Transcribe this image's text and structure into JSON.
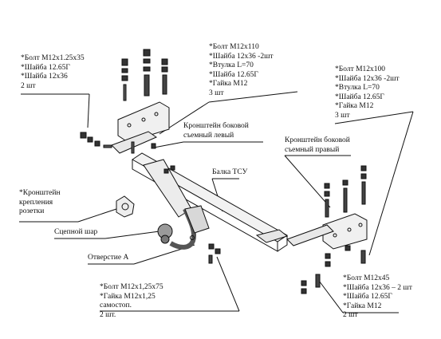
{
  "callouts": {
    "left_bolt": {
      "lines": [
        "*Болт М12х1.25х35",
        "*Шайба 12.65Г",
        "*Шайба 12х36",
        "2 шт"
      ]
    },
    "center_bolt": {
      "lines": [
        "*Болт М12х110",
        "*Шайба 12х36 -2шт",
        "*Втулка  L=70",
        "*Шайба 12.65Г",
        "*Гайка М12",
        "3 шт"
      ]
    },
    "right_bolt": {
      "lines": [
        "*Болт М12х100",
        "*Шайба 12х36 -2шт",
        "*Втулка  L=70",
        "*Шайба 12.65Г",
        "*Гайка М12",
        "3 шт"
      ]
    },
    "bracket_left": {
      "lines": [
        "Кронштейн боковой",
        "съемный левый"
      ]
    },
    "bracket_right": {
      "lines": [
        "Кронштейн боковой",
        "съемный правый"
      ]
    },
    "beam": {
      "lines": [
        "Балка ТСУ"
      ]
    },
    "socket_bracket": {
      "lines": [
        "*Кронштейн",
        "крепления",
        "розетки"
      ]
    },
    "tow_ball": {
      "lines": [
        "Сцепной шар"
      ]
    },
    "hole_a": {
      "lines": [
        "Отверстие А"
      ]
    },
    "bottom_bolt": {
      "lines": [
        "*Болт М12х1,25х75",
        "*Гайка М12х1,25",
        "самостоп.",
        "2 шт."
      ]
    },
    "bottom_right_bolt": {
      "lines": [
        "*Болт М12х45",
        "*Шайба 12х36 – 2 шт",
        "*Шайба 12.65Г",
        "*Гайка М12",
        "2 шт"
      ]
    }
  }
}
